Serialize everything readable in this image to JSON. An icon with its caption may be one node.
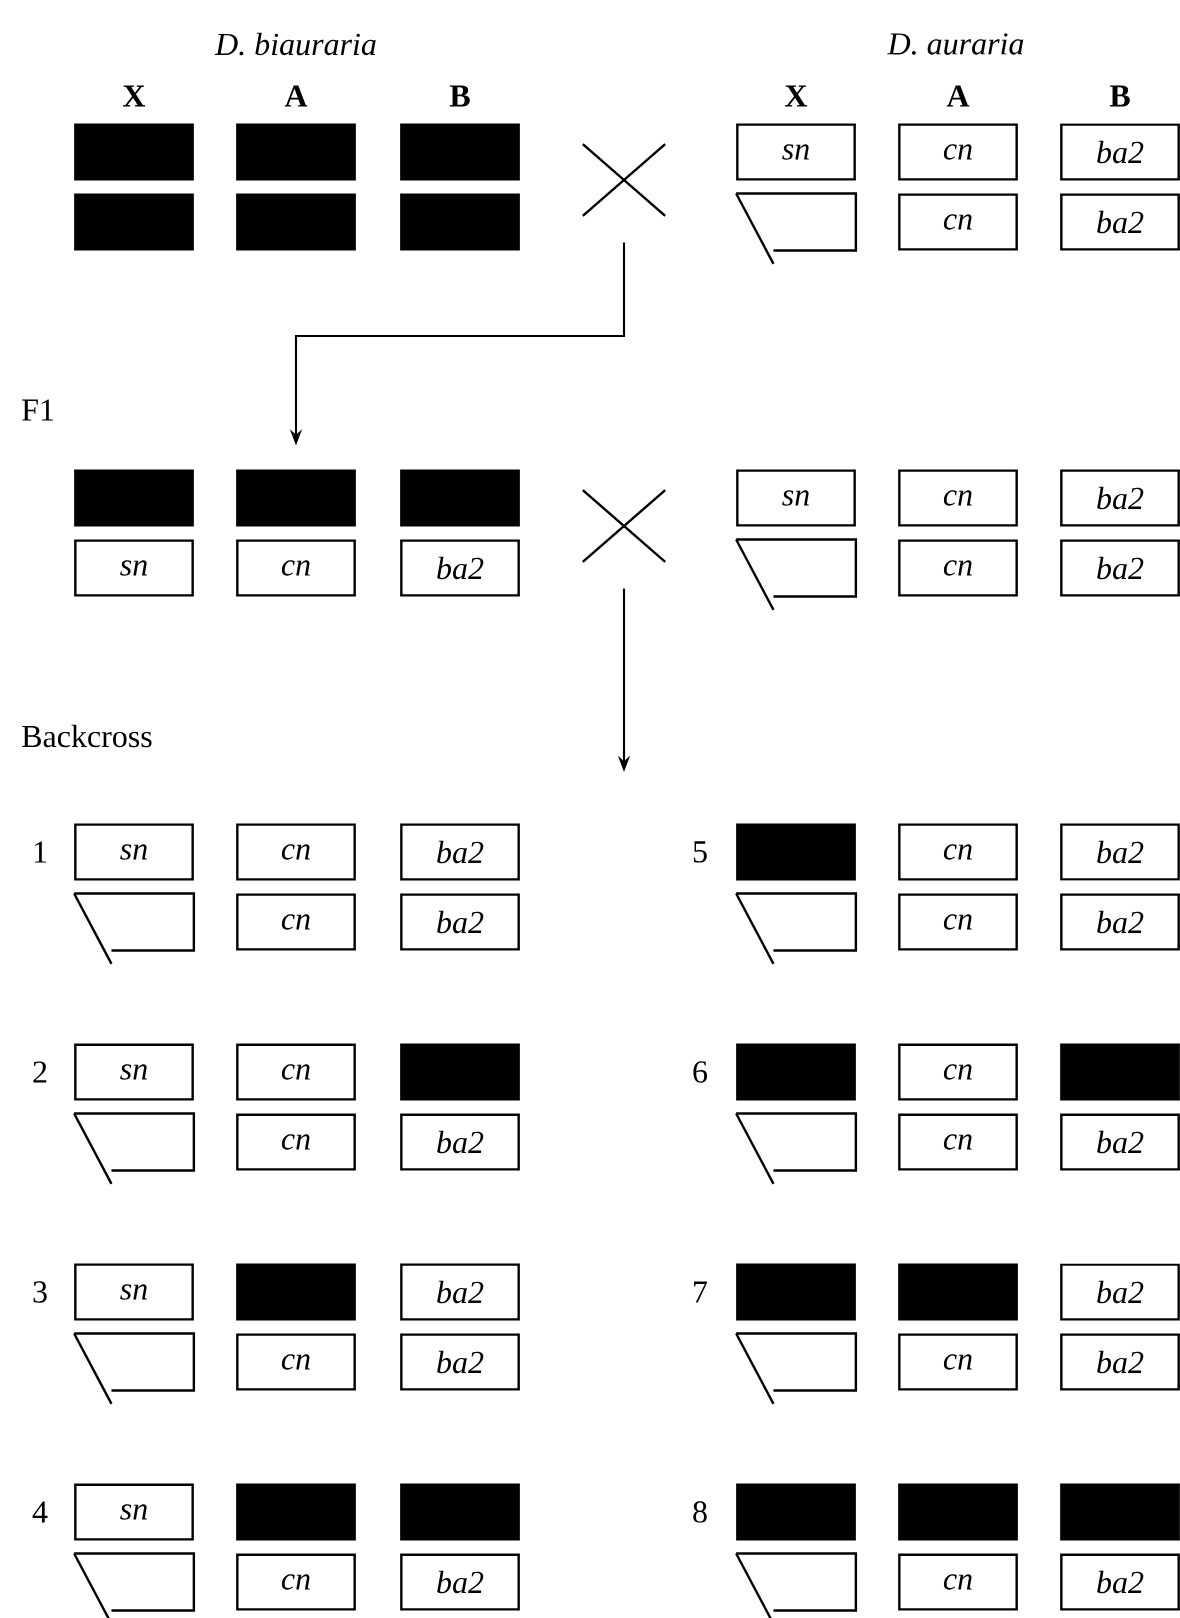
{
  "diagram": {
    "nodes": [
      {
        "text": [],
        "shape": "bar"
      },
      {
        "text": [],
        "shape": "bar"
      },
      {
        "text": [],
        "shape": "bar"
      },
      {
        "text": [],
        "shape": "bar"
      },
      {
        "text": [],
        "shape": "bar"
      },
      {
        "text": [],
        "shape": "bar"
      },
      {
        "text": [],
        "shape": "cross"
      },
      {
        "text": [
          "sn"
        ]
      },
      {
        "text": [
          "cn"
        ]
      },
      {
        "text": [
          "ba2"
        ]
      },
      {
        "text": [],
        "shape": "flag"
      },
      {
        "text": [
          "cn"
        ]
      },
      {
        "text": [
          "ba2"
        ]
      },
      {
        "text": [],
        "shape": "bar"
      },
      {
        "text": [],
        "shape": "bar"
      },
      {
        "text": [],
        "shape": "bar"
      },
      {
        "text": [
          "sn"
        ]
      },
      {
        "text": [
          "cn"
        ]
      },
      {
        "text": [
          "ba2"
        ]
      },
      {
        "text": [],
        "shape": "cross"
      },
      {
        "text": [
          "sn"
        ]
      },
      {
        "text": [
          "cn"
        ]
      },
      {
        "text": [
          "ba2"
        ]
      },
      {
        "text": [],
        "shape": "flag"
      },
      {
        "text": [
          "cn"
        ]
      },
      {
        "text": [
          "ba2"
        ]
      },
      {
        "text": [
          "sn"
        ]
      },
      {
        "text": [
          "cn"
        ]
      },
      {
        "text": [
          "ba2"
        ]
      },
      {
        "text": [],
        "shape": "flag"
      },
      {
        "text": [
          "cn"
        ]
      },
      {
        "text": [
          "ba2"
        ]
      },
      {
        "text": [],
        "shape": "bar"
      },
      {
        "text": [
          "cn"
        ]
      },
      {
        "text": [
          "ba2"
        ]
      },
      {
        "text": [],
        "shape": "flag"
      },
      {
        "text": [
          "cn"
        ]
      },
      {
        "text": [
          "ba2"
        ]
      },
      {
        "text": [
          "sn"
        ]
      },
      {
        "text": [
          "cn"
        ]
      },
      {
        "text": [],
        "shape": "bar"
      },
      {
        "text": [],
        "shape": "flag"
      },
      {
        "text": [
          "cn"
        ]
      },
      {
        "text": [
          "ba2"
        ]
      },
      {
        "text": [],
        "shape": "bar"
      },
      {
        "text": [
          "cn"
        ]
      },
      {
        "text": [],
        "shape": "bar"
      },
      {
        "text": [],
        "shape": "flag"
      },
      {
        "text": [
          "cn"
        ]
      },
      {
        "text": [
          "ba2"
        ]
      },
      {
        "text": [
          "sn"
        ]
      },
      {
        "text": [],
        "shape": "bar"
      },
      {
        "text": [
          "ba2"
        ]
      },
      {
        "text": [],
        "shape": "flag"
      },
      {
        "text": [
          "cn"
        ]
      },
      {
        "text": [
          "ba2"
        ]
      },
      {
        "text": [],
        "shape": "bar"
      },
      {
        "text": [],
        "shape": "bar"
      },
      {
        "text": [
          "ba2"
        ]
      },
      {
        "text": [],
        "shape": "flag"
      },
      {
        "text": [
          "cn"
        ]
      },
      {
        "text": [
          "ba2"
        ]
      },
      {
        "text": [
          "sn"
        ]
      },
      {
        "text": [],
        "shape": "bar"
      },
      {
        "text": [],
        "shape": "bar"
      },
      {
        "text": [],
        "shape": "flag"
      },
      {
        "text": [
          "cn"
        ]
      },
      {
        "text": [
          "ba2"
        ]
      },
      {
        "text": [],
        "shape": "bar"
      },
      {
        "text": [],
        "shape": "bar"
      },
      {
        "text": [],
        "shape": "bar"
      },
      {
        "text": [],
        "shape": "flag"
      },
      {
        "text": [
          "cn"
        ]
      },
      {
        "text": [
          "ba2"
        ]
      }
    ],
    "edges": [
      {
        "from": 6,
        "to": 14,
        "arrow": "to"
      },
      {
        "from": 19,
        "to": null,
        "arrow": "to"
      }
    ],
    "labels": [
      "D. biauraria",
      "D. auraria",
      "X",
      "A",
      "B",
      "X",
      "A",
      "B",
      "F1",
      "Backcross",
      "1",
      "5",
      "2",
      "6",
      "3",
      "7",
      "4",
      "8"
    ]
  }
}
